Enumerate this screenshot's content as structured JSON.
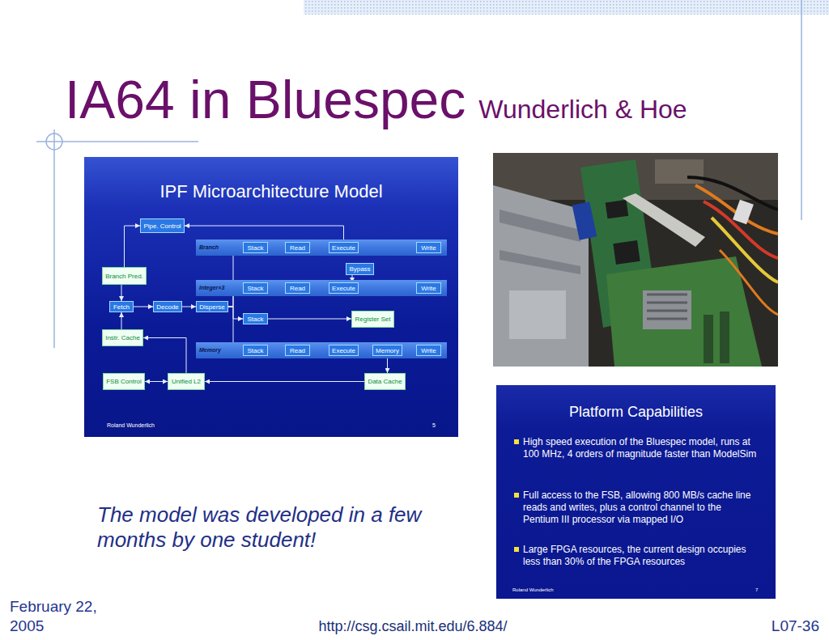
{
  "diagram": {
    "title": "IA64 in Bluespec",
    "nodes": [
      {
        "text": [
          "IPF Microarchitecture Model",
          "Roland Wunderlich",
          "5"
        ]
      },
      {
        "text": [
          "Pipe. Control"
        ],
        "in": 0
      },
      {
        "text": [
          "Branch"
        ],
        "in": 0
      },
      {
        "text": [
          "Stack"
        ],
        "in": 2
      },
      {
        "text": [
          "Read"
        ],
        "in": 2
      },
      {
        "text": [
          "Execute"
        ],
        "in": 2
      },
      {
        "text": [
          "Write"
        ],
        "in": 2
      },
      {
        "text": [
          "Bypass"
        ],
        "in": 0
      },
      {
        "text": [
          "Branch Pred."
        ],
        "in": 0
      },
      {
        "text": [
          "Integer×3"
        ],
        "in": 0
      },
      {
        "text": [
          "Stack"
        ],
        "in": 9
      },
      {
        "text": [
          "Read"
        ],
        "in": 9
      },
      {
        "text": [
          "Execute"
        ],
        "in": 9
      },
      {
        "text": [
          "Write"
        ],
        "in": 9
      },
      {
        "text": [
          "Fetch"
        ],
        "in": 0
      },
      {
        "text": [
          "Decode"
        ],
        "in": 0
      },
      {
        "text": [
          "Disperse"
        ],
        "in": 0
      },
      {
        "text": [
          "Stack"
        ],
        "in": 0
      },
      {
        "text": [
          "Register Set"
        ],
        "in": 0
      },
      {
        "text": [
          "Instr. Cache"
        ],
        "in": 0
      },
      {
        "text": [
          "Memory"
        ],
        "in": 0
      },
      {
        "text": [
          "Stack"
        ],
        "in": 20
      },
      {
        "text": [
          "Read"
        ],
        "in": 20
      },
      {
        "text": [
          "Execute"
        ],
        "in": 20
      },
      {
        "text": [
          "Memory"
        ],
        "in": 20
      },
      {
        "text": [
          "Write"
        ],
        "in": 20
      },
      {
        "text": [
          "FSB Control"
        ],
        "in": 0
      },
      {
        "text": [
          "Unified L2"
        ],
        "in": 0
      },
      {
        "text": [
          "Data Cache"
        ],
        "in": 0
      },
      {
        "text": [
          "Platform Capabilities",
          "High speed execution of the Bluespec model, runs at 100 MHz, 4 orders of magnitude faster than ModelSim",
          "Full access to the FSB, allowing 800 MB/s cache line reads and writes, plus a control channel to the Pentium III processor via mapped I/O",
          "Large FPGA resources, the current design occupies less than 30% of the FPGA resources",
          "Roland Wunderlich",
          "7"
        ]
      }
    ],
    "edges": [
      {
        "from": 3,
        "to": 4,
        "arrow": "to"
      },
      {
        "from": 4,
        "to": 5,
        "arrow": "to"
      },
      {
        "from": 5,
        "to": 6,
        "arrow": "to"
      },
      {
        "from": 10,
        "to": 11,
        "arrow": "to"
      },
      {
        "from": 11,
        "to": 12,
        "arrow": "to"
      },
      {
        "from": 12,
        "to": 13,
        "arrow": "to"
      },
      {
        "from": 21,
        "to": 22,
        "arrow": "to"
      },
      {
        "from": 22,
        "to": 23,
        "arrow": "to"
      },
      {
        "from": 23,
        "to": 24,
        "arrow": "to"
      },
      {
        "from": 24,
        "to": 25,
        "arrow": "to"
      },
      {
        "from": 14,
        "to": 15,
        "arrow": "to"
      },
      {
        "from": 15,
        "to": 16,
        "arrow": "to"
      },
      {
        "from": 16,
        "to": 3,
        "arrow": "to"
      },
      {
        "from": 16,
        "to": 10,
        "arrow": "to"
      },
      {
        "from": 16,
        "to": 17,
        "arrow": "to"
      },
      {
        "from": 16,
        "to": 21,
        "arrow": "to"
      },
      {
        "from": 17,
        "to": 18,
        "arrow": "to"
      },
      {
        "from": 7,
        "to": 12,
        "arrow": "to"
      },
      {
        "from": 8,
        "to": 14,
        "arrow": "to"
      },
      {
        "from": 19,
        "to": 14,
        "arrow": "to"
      },
      {
        "from": 5,
        "to": 1,
        "arrow": "to"
      },
      {
        "from": 8,
        "to": 1,
        "arrow": "to"
      },
      {
        "from": 24,
        "to": 28,
        "arrow": "to"
      },
      {
        "from": 28,
        "to": 27,
        "arrow": "to"
      },
      {
        "from": 27,
        "to": 26,
        "arrow": "both"
      },
      {
        "from": 27,
        "to": 19,
        "arrow": "to"
      }
    ],
    "labels": [
      "Wunderlich & Hoe",
      "The model was developed in a few months by one student!",
      "February 22, 2005",
      "http://csg.csail.mit.edu/6.884/",
      "L07-36"
    ]
  }
}
